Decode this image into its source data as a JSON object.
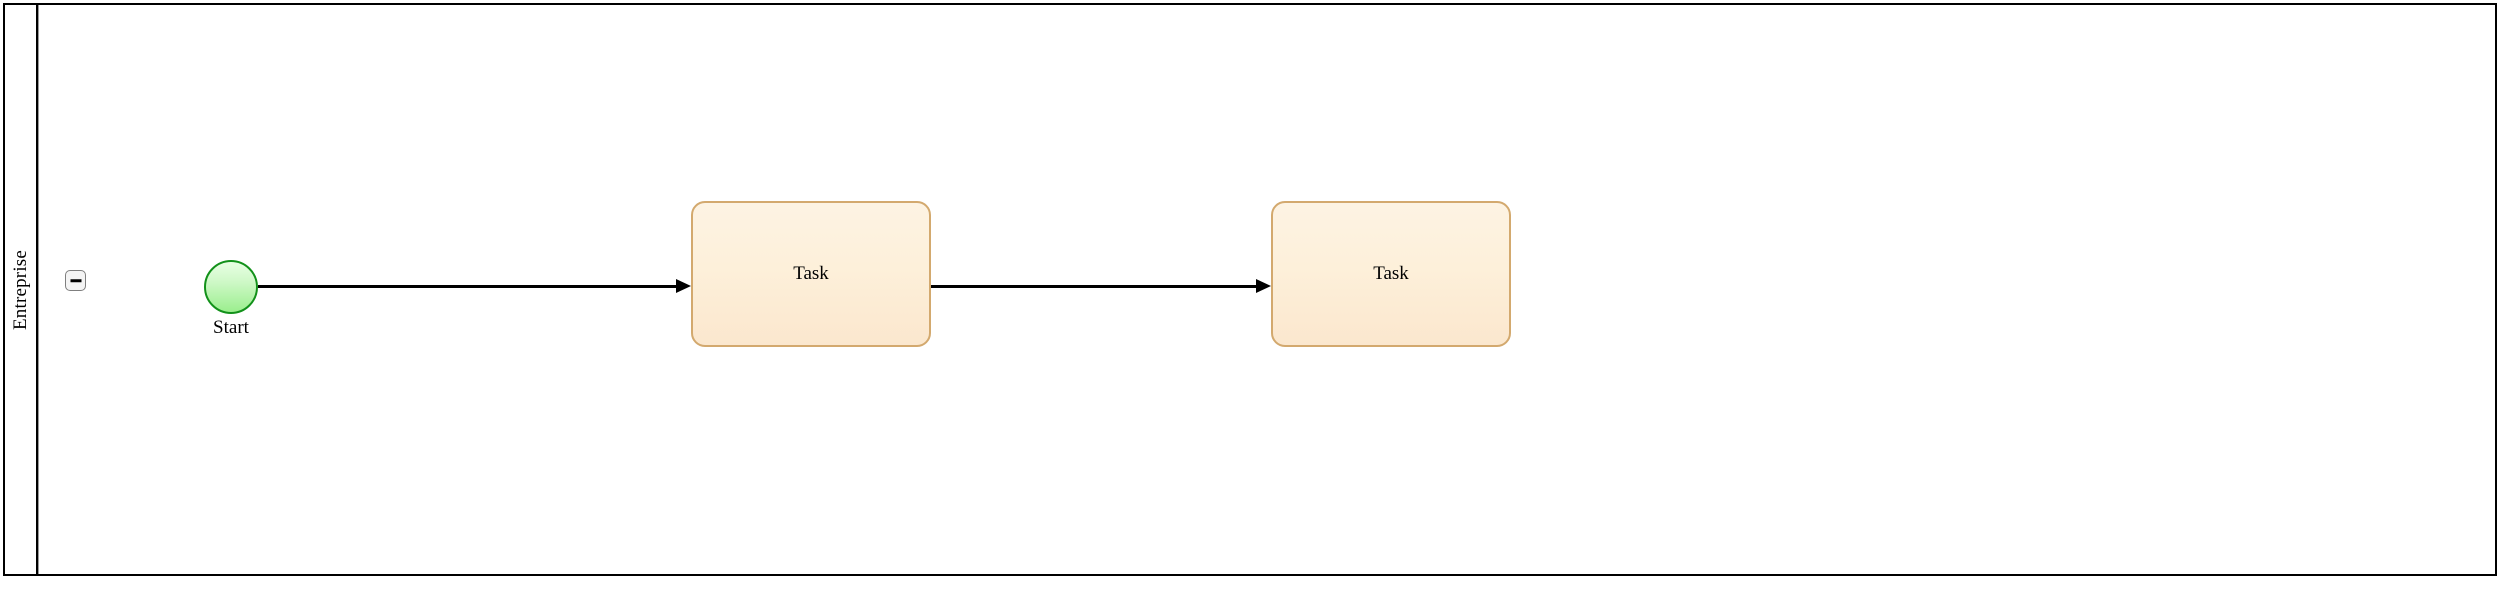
{
  "diagram": {
    "type": "bpmn-process-diagram",
    "background_color": "#ffffff"
  },
  "pool": {
    "lane_label": "Entreprise",
    "border_color": "#000000",
    "background_color": "#ffffff",
    "collapse_button": {
      "icon": "minus-icon",
      "state": "expanded",
      "fill_color": "#f4f4f4",
      "border_color": "#7f7f7f"
    }
  },
  "nodes": [
    {
      "id": "start-event",
      "kind": "start-event",
      "label": "Start",
      "shape": "circle",
      "fill_color": "#9bee8e",
      "border_color": "#12911a"
    },
    {
      "id": "task-1",
      "kind": "task",
      "label": "Task",
      "shape": "rounded-rectangle",
      "fill_color": "#fdf0da",
      "border_color": "#d3a96e"
    },
    {
      "id": "task-2",
      "kind": "task",
      "label": "Task",
      "shape": "rounded-rectangle",
      "fill_color": "#fdf0da",
      "border_color": "#d3a96e"
    }
  ],
  "flows": [
    {
      "id": "flow-1",
      "kind": "sequence-flow",
      "from": "start-event",
      "to": "task-1",
      "color": "#000000"
    },
    {
      "id": "flow-2",
      "kind": "sequence-flow",
      "from": "task-1",
      "to": "task-2",
      "color": "#000000"
    }
  ]
}
